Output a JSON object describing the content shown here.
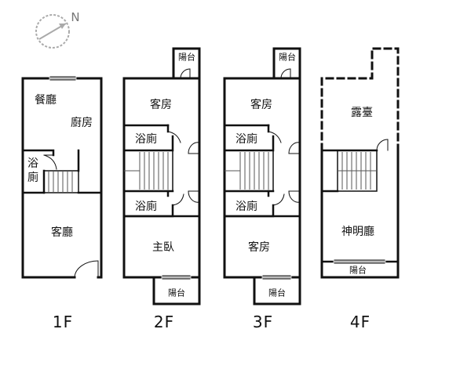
{
  "compass": {
    "north_label": "N",
    "icon": "compass-icon"
  },
  "floors": [
    {
      "label": "1F",
      "rooms": {
        "dining": "餐廳",
        "kitchen": "廚房",
        "bath": "浴廁",
        "living": "客廳"
      }
    },
    {
      "label": "2F",
      "rooms": {
        "balcony_top": "陽台",
        "guest_room": "客房",
        "bath_upper": "浴廁",
        "bath_lower": "浴廁",
        "master_bedroom": "主臥",
        "balcony_bottom": "陽台"
      }
    },
    {
      "label": "3F",
      "rooms": {
        "balcony_top": "陽台",
        "guest_room_upper": "客房",
        "bath_upper": "浴廁",
        "bath_lower": "浴廁",
        "guest_room_lower": "客房",
        "balcony_bottom": "陽台"
      }
    },
    {
      "label": "4F",
      "rooms": {
        "terrace": "露臺",
        "shrine_hall": "神明廳",
        "balcony": "陽台"
      }
    }
  ],
  "colors": {
    "wall": "#111111",
    "stair": "#555555",
    "window": "#bbbbbb",
    "compass": "#aaaaaa"
  }
}
